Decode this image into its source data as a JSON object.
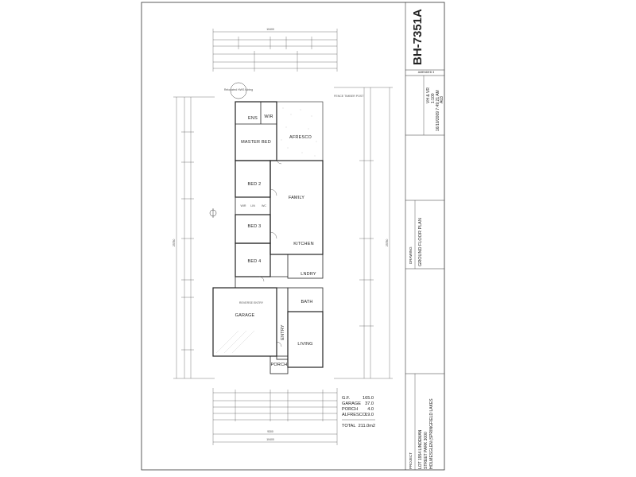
{
  "drawing_number": "BH-7351A",
  "title_block": {
    "revision": "AMENDED 3",
    "scale_line_1": "VH & VR",
    "scale_line_2": "1:100",
    "date_line": "16/10/2009 7:49:21 AM",
    "sheet": "A03",
    "drawing_label": "DRAWING",
    "drawing_title": "GROUND FLOOR PLAN",
    "project_label": "PROJECT",
    "project_line_1": "LOT 1954 LINDEMAN",
    "project_line_2": "STREET PARK 3000",
    "project_line_3": "HOLMESGLEN (SPRINGFIELD LAKES"
  },
  "rooms": {
    "ens": "ENS",
    "wir": "WIR",
    "master_bed": "MASTER BED",
    "alfresco": "AFRESCO",
    "bed2": "BED 2",
    "family": "FAMILY",
    "bed3": "BED 3",
    "kitchen": "KITCHEN",
    "bed4": "BED 4",
    "lndry": "LNDRY",
    "bath": "BATH",
    "garage": "GARAGE",
    "entry": "ENTRY",
    "living": "LIVING",
    "porch": "PORCH",
    "robe_wir": "WIR",
    "robe_lin": "LIN",
    "wc": "WC",
    "ldry_note": "REVERSE ENTRY"
  },
  "notes": {
    "hw_unit": "Relocated HWS tubing",
    "fence_note": "FENCE TIMBER POST",
    "dim_total_top": "10400",
    "dim_total_left": "25780",
    "dim_total_bottom": "10400",
    "dim_right_total": "25780",
    "dim_bottom_sub": "9300"
  },
  "areas": [
    {
      "label": "G.F.",
      "value": "165.0"
    },
    {
      "label": "GARAGE",
      "value": "37.0"
    },
    {
      "label": "PORCH",
      "value": "4.0"
    },
    {
      "label": "ALFRESCO",
      "value": "19.0"
    }
  ],
  "total": {
    "label": "TOTAL",
    "value": "211.0m2"
  }
}
